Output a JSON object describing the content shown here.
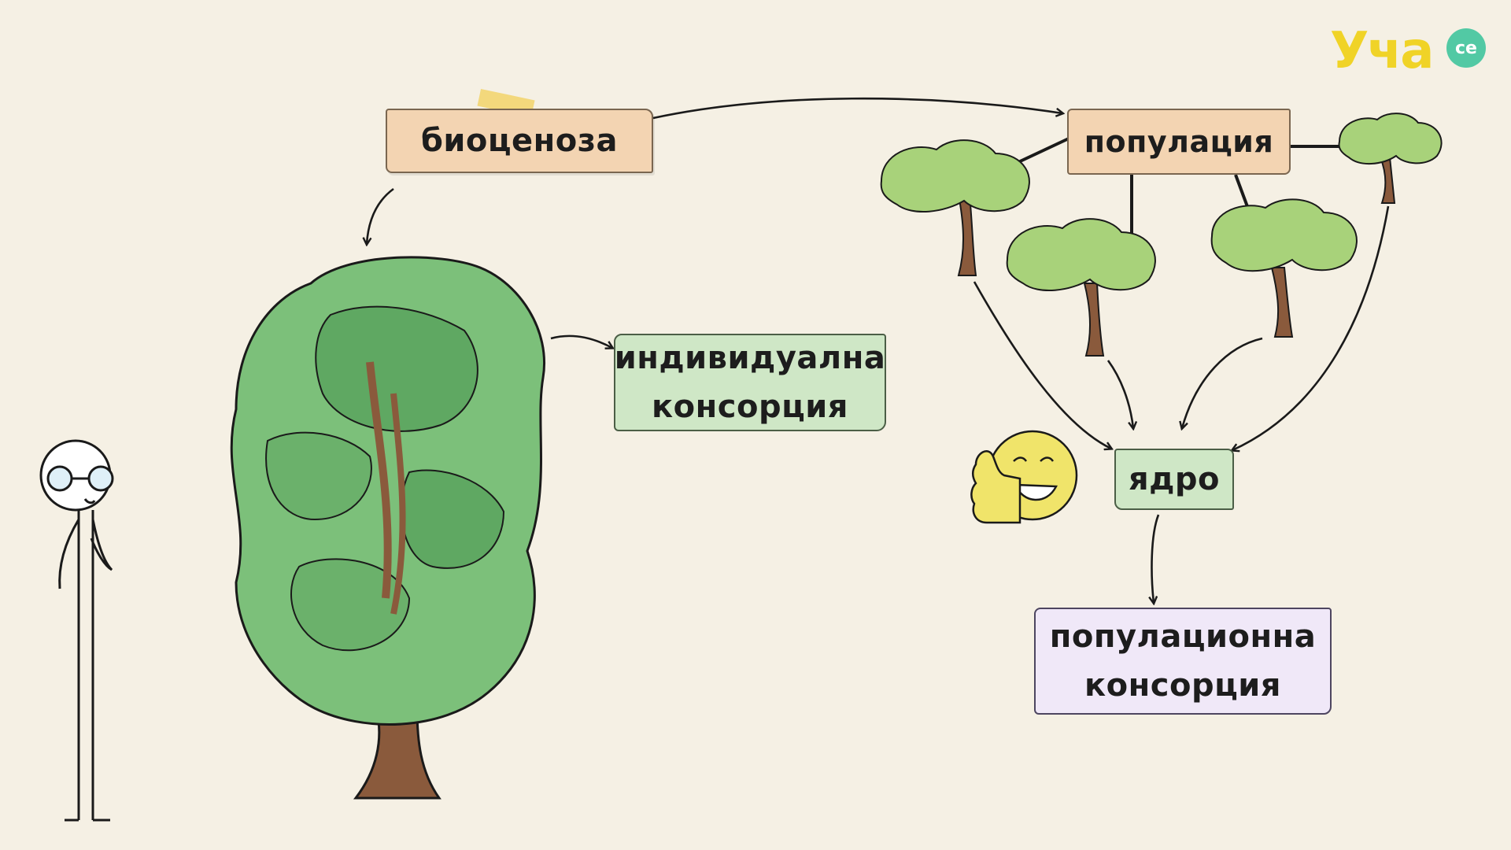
{
  "diagram": {
    "nodes": {
      "biocenosis": "биоценоза",
      "population": "популация",
      "individual_consortium": [
        "индивидуална",
        "консорция"
      ],
      "core": "ядро",
      "population_consortium": [
        "популационна",
        "консорция"
      ]
    }
  },
  "logo": {
    "text": "Уча",
    "badge": "се",
    "colors": {
      "text": "#f0d327",
      "badge": "#52c9a4"
    }
  },
  "colors": {
    "background": "#f5f0e4",
    "tan_label": "#f3d4b2",
    "green_label": "#cfe7c6",
    "lavender_label": "#f0e8f8",
    "foliage": "#7cc07a",
    "foliage_dark": "#4f9a55",
    "trunk": "#8a5a3c",
    "small_tree_foliage": "#a8d27a",
    "smiley": "#f0e46a"
  },
  "icons": [
    "stick-figure-icon",
    "large-tree-icon",
    "small-tree-icon",
    "thumbs-up-smiley-icon",
    "arrow-icon"
  ]
}
